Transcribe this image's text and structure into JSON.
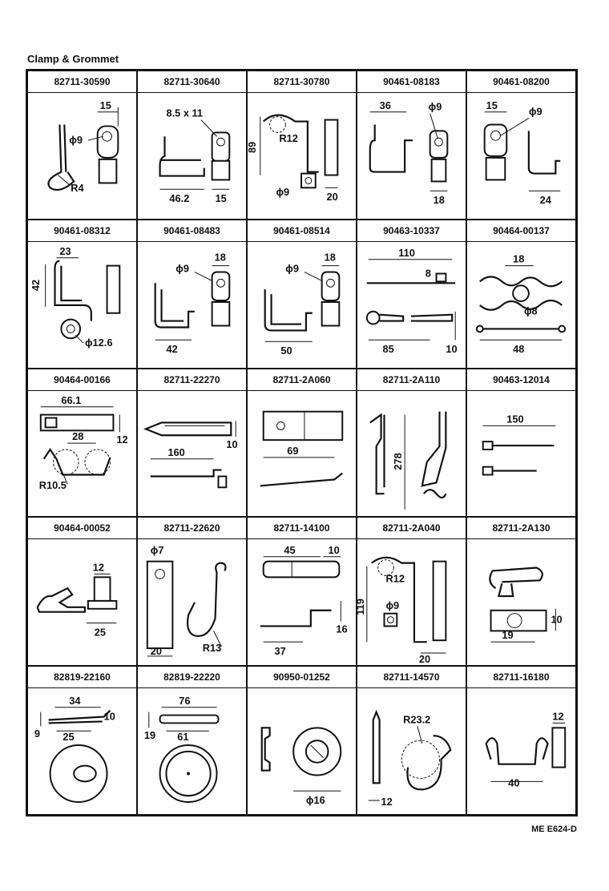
{
  "title": "Clamp & Grommet",
  "figure_code": "ME  E624-D",
  "parts": [
    {
      "part_number": "82711-30590",
      "dims": [
        "15",
        "ϕ9",
        "R4"
      ]
    },
    {
      "part_number": "82711-30640",
      "dims": [
        "8.5 x 11",
        "46.2",
        "15"
      ]
    },
    {
      "part_number": "82711-30780",
      "dims": [
        "R12",
        "89",
        "ϕ9",
        "20"
      ]
    },
    {
      "part_number": "90461-08183",
      "dims": [
        "36",
        "ϕ9",
        "18"
      ]
    },
    {
      "part_number": "90461-08200",
      "dims": [
        "15",
        "ϕ9",
        "24"
      ]
    },
    {
      "part_number": "90461-08312",
      "dims": [
        "23",
        "42",
        "ϕ12.6"
      ]
    },
    {
      "part_number": "90461-08483",
      "dims": [
        "ϕ9",
        "18",
        "42"
      ]
    },
    {
      "part_number": "90461-08514",
      "dims": [
        "ϕ9",
        "18",
        "50"
      ]
    },
    {
      "part_number": "90463-10337",
      "dims": [
        "110",
        "8",
        "85",
        "10"
      ]
    },
    {
      "part_number": "90464-00137",
      "dims": [
        "18",
        "ϕ8",
        "48"
      ]
    },
    {
      "part_number": "90464-00166",
      "dims": [
        "66.1",
        "28",
        "12",
        "R10.5"
      ]
    },
    {
      "part_number": "82711-22270",
      "dims": [
        "10",
        "160"
      ]
    },
    {
      "part_number": "82711-2A060",
      "dims": [
        "69"
      ]
    },
    {
      "part_number": "82711-2A110",
      "dims": [
        "278"
      ]
    },
    {
      "part_number": "90463-12014",
      "dims": [
        "150"
      ]
    },
    {
      "part_number": "90464-00052",
      "dims": [
        "12",
        "25"
      ]
    },
    {
      "part_number": "82711-22620",
      "dims": [
        "ϕ7",
        "20",
        "R13"
      ]
    },
    {
      "part_number": "82711-14100",
      "dims": [
        "45",
        "10",
        "16",
        "37"
      ]
    },
    {
      "part_number": "82711-2A040",
      "dims": [
        "R12",
        "119",
        "ϕ9",
        "20"
      ]
    },
    {
      "part_number": "82711-2A130",
      "dims": [
        "10",
        "19"
      ]
    },
    {
      "part_number": "82819-22160",
      "dims": [
        "34",
        "10",
        "9",
        "25"
      ]
    },
    {
      "part_number": "82819-22220",
      "dims": [
        "76",
        "19",
        "61"
      ]
    },
    {
      "part_number": "90950-01252",
      "dims": [
        "ϕ16"
      ]
    },
    {
      "part_number": "82711-14570",
      "dims": [
        "R23.2",
        "12"
      ]
    },
    {
      "part_number": "82711-16180",
      "dims": [
        "12",
        "40"
      ]
    }
  ]
}
